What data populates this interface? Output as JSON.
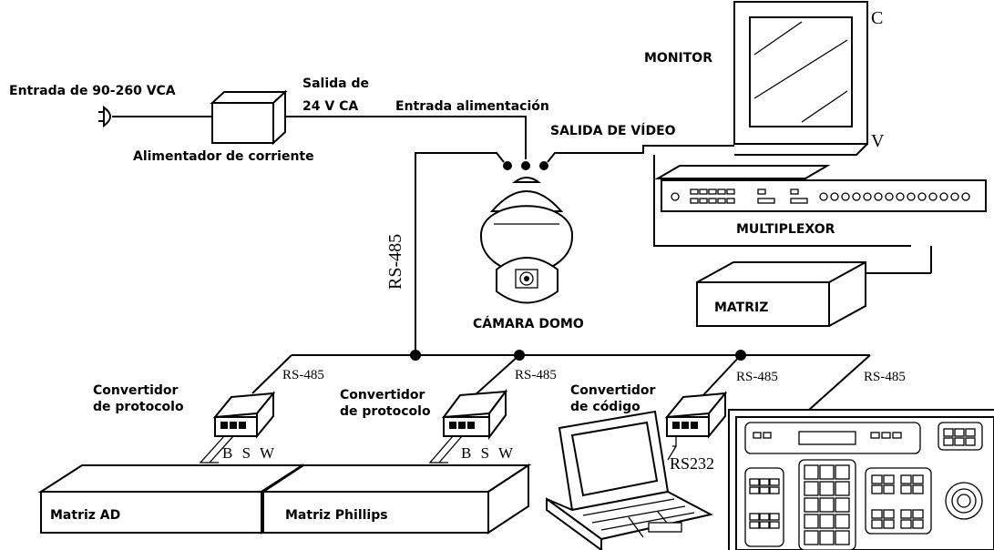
{
  "labels": {
    "input_voltage": "Entrada de 90-260 VCA",
    "output_24v_line1": "Salida de",
    "output_24v_line2": "24 V CA",
    "power_input": "Entrada alimentación",
    "power_supply": "Alimentador de corriente",
    "monitor": "MONITOR",
    "monitor_c": "C",
    "monitor_v": "V",
    "video_output": "SALIDA DE VÍDEO",
    "multiplexer": "MULTIPLEXOR",
    "matrix": "MATRIZ",
    "dome_camera": "CÁMARA DOMO",
    "rs485_vertical": "RS-485",
    "rs485_branch": "RS-485",
    "protocol_converter_1_line1": "Convertidor",
    "protocol_converter_1_line2": "de protocolo",
    "protocol_converter_2_line1": "Convertidor",
    "protocol_converter_2_line2": "de protocolo",
    "code_converter_line1": "Convertidor",
    "code_converter_line2": "de código",
    "bsw": "B S W",
    "rs232": "RS232",
    "matrix_ad": "Matriz AD",
    "matrix_phillips": "Matriz Phillips"
  },
  "colors": {
    "line": "#000000",
    "background": "#ffffff"
  }
}
